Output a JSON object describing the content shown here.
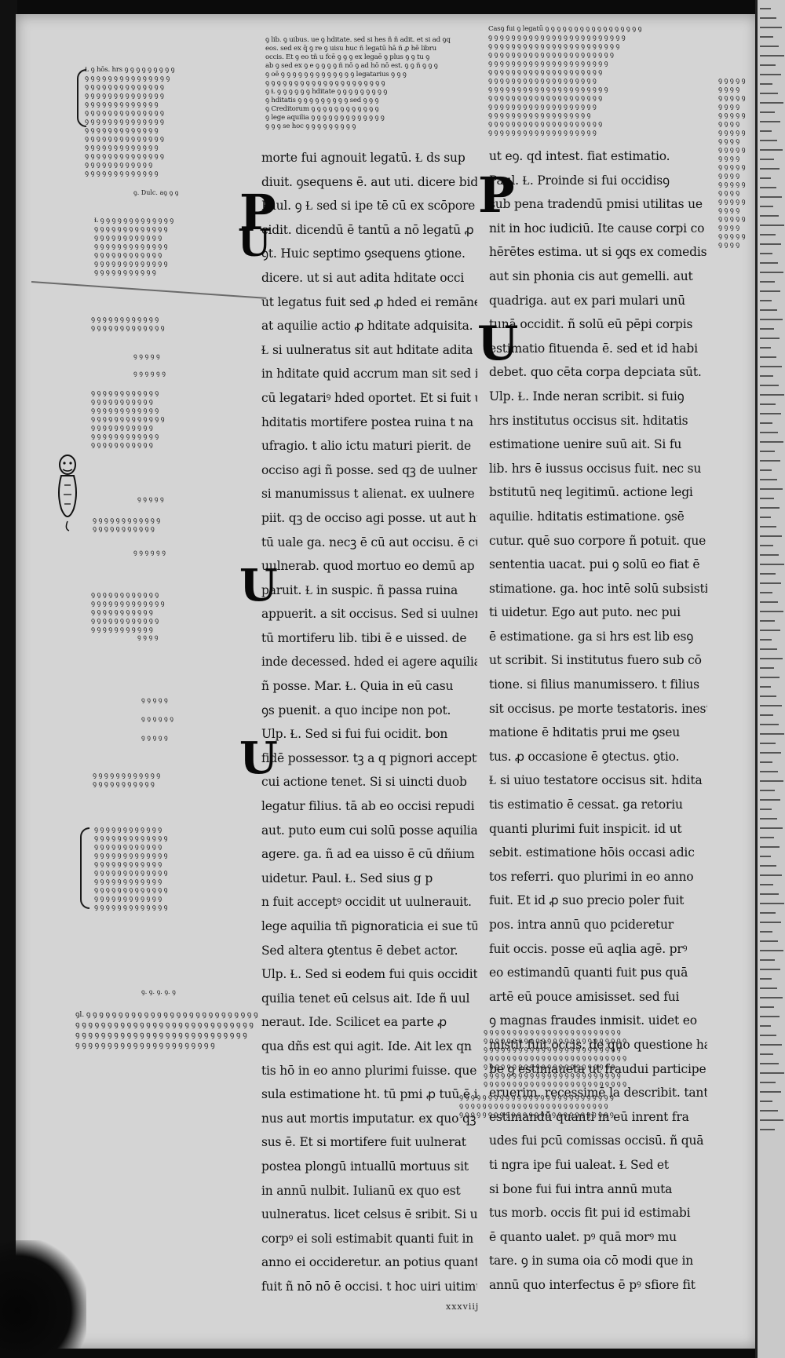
{
  "main_text": {
    "column_a": [
      "morte fui agnouit legatū. Ɫ ds sup",
      "diuit. ꝯsequens ē. aut uti. dicere bidi",
      "Paul. ꝯ Ɫ sed si ipe tē cū ex scōpore",
      "cidit. dicendū ē tantū a nō legatū ꝓ ac",
      "ꝯt. Huic septimo ꝯsequens ꝯtione.",
      "dicere. ut si aut adita hditate occi",
      "ut legatus fuit sed ꝓ hded ei remāne",
      "at aquilie actio ꝓ hditate adquisita.",
      "Ɫ si uulneratus sit aut hditate adita",
      "in hditate quid accrum man sit sed ide",
      "cū legatariꝰ hded oportet. Et si fuit ui",
      "hditatis mortifere postea ruina t na",
      "ufragio. t alio ictu maturi pierit. de",
      "occiso agi ñ posse. sed qꝫ de uulnerato ꝗ.",
      "si manumissus t alienat. ex uulnere",
      "piit. qꝫ de occiso agi posse. ut aut hta",
      "tū uale ga. necꝫ ē cū aut occisu. ē cū",
      "uulnerab. quod mortuo eo demū ap",
      "paruit. Ɫ in suspic. ñ passa ruina",
      "appuerit. a sit occisus. Sed si uulnera",
      "tū mortiferu lib. tibi ē e uissed. de",
      "inde decessed. hded ei agere aquilia",
      "ñ posse. Mar. Ɫ. Quia in eū casu",
      "ꝯs puenit. a quo incipe non pot.",
      "Ulp. Ɫ. Sed si fui fui ocidit. bon",
      "fidē possessor. tꝫ a q pignori acceptus inde",
      "cui actione tenet. Si si uincti duob",
      "legatur filius. tā ab eo occisi repudi",
      "aut. puto eum cui solū posse aquilia",
      "agere. ga. ñ ad ea uisso ē cū dñium",
      "uidetur. Paul. Ɫ. Sed sius g p",
      "n fuit acceptꝰ occidit ut uulnerauit.",
      "lege aquilia tñ pignoraticia ei sue tū pot.",
      "Sed altera ꝯtentus ē debet actor.",
      "Ulp. Ɫ. Sed si eodem fui quis occidita",
      "quilia tenet eū celsus ait. Ide ñ uul",
      "neraut. Ide. Scilicet ea parte ꝓ",
      "qua dñs est qui agit. Ide. Ait lex qn",
      "tis hō in eo anno plurimi fuisse. quec lau",
      "sula estimatione ht. tū pmi ꝓ tuū ē in",
      "nus aut mortis imputatur. ex quo qꝫ occi",
      "sus ē. Et si mortifere fuit uulnerat",
      "postea plongū intuallū mortuus sit",
      "in annū nulbit. Iulianū ex quo est",
      "uulneratus. licet celsus ē sribit. Si uini",
      "corpꝰ ei soli estimabit quanti fuit in eo",
      "anno ei occideretur. an potius quanti in",
      "fuit ñ nō nō ē occisi. t hoc uiri uitimui."
    ],
    "column_b": [
      "ut eꝯ. qd intest. fiat estimatio.",
      "Paul. Ɫ. Proinde si fui occidisꝯ",
      "sub pena tradendū pmisi utilitas ue",
      "nit in hoc iudiciū. Ite cause corpi co",
      "hērētes estima. ut si ꝯqs ex comedis",
      "aut sin phonia cis aut gemelli. aut",
      "quadriga. aut ex pari mulari unū",
      "tunā occidit. ñ solū eū pēpi corpis",
      "estimatio fituenda ē. sed et id habi",
      "debet. quo cēta corpa depciata sūt.",
      "Ulp. Ɫ. Inde neran scribit. si fuiꝯ",
      "hrs institutus occisus sit. hditatis",
      "estimatione uenire suū ait. Si fu",
      "lib. hrs ē iussus occisus fuit. nec su",
      "bstitutū neq legitimū. actione legi",
      "aquilie. hditatis estimatione. ꝯsē",
      "cutur. quē suo corpore ñ potuit. que",
      "sententia uacat. pui ꝯ solū eo fiat ē",
      "stimatione. ga. hoc intē solū subsisti",
      "ti uidetur. Ego aut puto. nec pui",
      "ē estimatione. ga si hrs est lib esꝯ",
      "ut scribit. Si institutus fuero sub cō",
      "tione. si filius manumissero. t filius",
      "sit occisus. pe morte testatoris. inesti",
      "matione ē hditatis prui me ꝯseu",
      "tus. ꝓ occasione ē ꝯtectus. ꝯtio.",
      "Ɫ si uiuo testatore occisus sit. hdita",
      "tis estimatio ē cessat. ga retoriu",
      "quanti plurimi fuit inspicit. id ut",
      "sebit. estimatione hōis occasi adic",
      "tos referri. quo plurimi in eo anno",
      "fuit. Et id ꝓ suo precio poler fuit",
      "pos. intra annū quo pcideretur",
      "fuit occis. posse eū aqlia agē. prꝰ",
      "eo estimandū quanti fuit pus quā",
      "artē eū pouce amisisset. sed fui",
      "ꝯ magnas fraudes inmisit. uidet eo",
      "mistit fuit occis. de quo questione ha",
      "be ꝯ estimaueta ut fraudui participe",
      "eruerim. recessimē la describit. tantū",
      "estimandū quanti in eū inrent fra",
      "udes fui pcū comissas occisū. ñ quā",
      "ti ngra ipe fui ualeat. Ɫ Sed et",
      "si bone fui fui intra annū muta",
      "tus morb. occis fit pui id estimabi",
      "ē quanto ualet. pꝰ quā morꝰ mu",
      "tare. ꝯ in suma oia cō modi que in",
      "annū quo interfectus ē pꝰ sfiore fit"
    ]
  },
  "initials": {
    "p1": "P",
    "v1": "U",
    "p2": "P",
    "v2": "U",
    "v3": "U",
    "v4": "U"
  },
  "glosses": {
    "top_center": [
      "ꝯ lib. ꝯ uibus. ue ꝯ hditate. sed si hes ñ ñ adit. et si ad ꝯq",
      "eos. sed ex q̄ ꝯ re ꝯ uisu huc ñ legatū hā ñ ꝓ hē libru",
      "occis. Et ꝯ eo tñ u fcē ꝯ ꝯ ꝯ ex legaē ꝯ plus ꝯ ꝯ tu ꝯ",
      "ab ꝯ sed ex ꝯ e ꝯ ꝯ ꝯ ꝯ ñ nō ꝯ ad hō nō est. ꝯ ꝯ ñ ꝯ ꝯ ꝯ",
      "ꝯ oē ꝯ ꝯ ꝯ ꝯ ꝯ ꝯ ꝯ ꝯ ꝯ ꝯ ꝯ ꝯ ꝯ legatarius ꝯ ꝯ ꝯ",
      "ꝯ ꝯ ꝯ ꝯ ꝯ ꝯ ꝯ ꝯ ꝯ ꝯ ꝯ ꝯ ꝯ ꝯ ꝯ ꝯ ꝯ ꝯ ꝯ ꝯ ꝯ",
      "ꝯ Ɫ ꝯ ꝯ ꝯ ꝯ ꝯ ꝯ hditate ꝯ ꝯ ꝯ ꝯ ꝯ ꝯ ꝯ ꝯ ꝯ",
      "ꝯ hditatis ꝯ ꝯ ꝯ ꝯ ꝯ ꝯ ꝯ ꝯ ꝯ sed ꝯ ꝯ ꝯ",
      "ꝯ Creditorum ꝯ ꝯ ꝯ ꝯ ꝯ ꝯ ꝯ ꝯ ꝯ ꝯ ꝯ ꝯ",
      "ꝯ lege aquilia ꝯ ꝯ ꝯ ꝯ ꝯ ꝯ ꝯ ꝯ ꝯ ꝯ ꝯ ꝯ ꝯ",
      "ꝯ ꝯ ꝯ se hoc ꝯ ꝯ ꝯ ꝯ ꝯ ꝯ ꝯ ꝯ ꝯ"
    ],
    "top_right": [
      "Casꝯ fui ꝯ legatū ꝯ ꝯ ꝯ ꝯ ꝯ ꝯ ꝯ ꝯ ꝯ ꝯ ꝯ ꝯ ꝯ ꝯ ꝯ ꝯ ꝯ",
      "ꝯ ꝯ ꝯ ꝯ ꝯ ꝯ ꝯ ꝯ ꝯ ꝯ ꝯ ꝯ ꝯ ꝯ ꝯ ꝯ ꝯ ꝯ ꝯ ꝯ ꝯ ꝯ ꝯ ꝯ",
      "ꝯ ꝯ ꝯ ꝯ ꝯ ꝯ ꝯ ꝯ ꝯ ꝯ ꝯ ꝯ ꝯ ꝯ ꝯ ꝯ ꝯ ꝯ ꝯ ꝯ ꝯ ꝯ ꝯ",
      "ꝯ ꝯ ꝯ ꝯ ꝯ ꝯ ꝯ ꝯ ꝯ ꝯ ꝯ ꝯ ꝯ ꝯ ꝯ ꝯ ꝯ ꝯ ꝯ ꝯ ꝯ ꝯ",
      "ꝯ ꝯ ꝯ ꝯ ꝯ ꝯ ꝯ ꝯ ꝯ ꝯ ꝯ ꝯ ꝯ ꝯ ꝯ ꝯ ꝯ ꝯ ꝯ ꝯ ꝯ",
      "ꝯ ꝯ ꝯ ꝯ ꝯ ꝯ ꝯ ꝯ ꝯ ꝯ ꝯ ꝯ ꝯ ꝯ ꝯ ꝯ ꝯ ꝯ ꝯ ꝯ",
      "ꝯ ꝯ ꝯ ꝯ ꝯ ꝯ ꝯ ꝯ ꝯ ꝯ ꝯ ꝯ ꝯ ꝯ ꝯ ꝯ ꝯ ꝯ ꝯ",
      "ꝯ ꝯ ꝯ ꝯ ꝯ ꝯ ꝯ ꝯ ꝯ ꝯ ꝯ ꝯ ꝯ ꝯ ꝯ ꝯ ꝯ ꝯ ꝯ ꝯ ꝯ",
      "ꝯ ꝯ ꝯ ꝯ ꝯ ꝯ ꝯ ꝯ ꝯ ꝯ ꝯ ꝯ ꝯ ꝯ ꝯ ꝯ ꝯ ꝯ ꝯ ꝯ",
      "ꝯ ꝯ ꝯ ꝯ ꝯ ꝯ ꝯ ꝯ ꝯ ꝯ ꝯ ꝯ ꝯ ꝯ ꝯ ꝯ ꝯ ꝯ ꝯ",
      "ꝯ ꝯ ꝯ ꝯ ꝯ ꝯ ꝯ ꝯ ꝯ ꝯ ꝯ ꝯ ꝯ ꝯ ꝯ ꝯ ꝯ ꝯ",
      "ꝯ ꝯ ꝯ ꝯ ꝯ ꝯ ꝯ ꝯ ꝯ ꝯ ꝯ ꝯ ꝯ ꝯ ꝯ ꝯ ꝯ ꝯ ꝯ ꝯ",
      "ꝯ ꝯ ꝯ ꝯ ꝯ ꝯ ꝯ ꝯ ꝯ ꝯ ꝯ ꝯ ꝯ ꝯ ꝯ ꝯ ꝯ ꝯ ꝯ"
    ],
    "left_1": [
      "Ɫ ꝯ hōs. hrs ꝯ ꝯ ꝯ ꝯ ꝯ ꝯ ꝯ ꝯ ꝯ",
      "ꝯ ꝯ ꝯ ꝯ ꝯ ꝯ ꝯ ꝯ ꝯ ꝯ ꝯ ꝯ ꝯ ꝯ ꝯ",
      "ꝯ ꝯ ꝯ ꝯ ꝯ ꝯ ꝯ ꝯ ꝯ ꝯ ꝯ ꝯ ꝯ ꝯ",
      "ꝯ ꝯ ꝯ ꝯ ꝯ ꝯ ꝯ ꝯ ꝯ ꝯ ꝯ ꝯ ꝯ ꝯ",
      "ꝯ ꝯ ꝯ ꝯ ꝯ ꝯ ꝯ ꝯ ꝯ ꝯ ꝯ ꝯ ꝯ",
      "ꝯ ꝯ ꝯ ꝯ ꝯ ꝯ ꝯ ꝯ ꝯ ꝯ ꝯ ꝯ ꝯ ꝯ",
      "ꝯ ꝯ ꝯ ꝯ ꝯ ꝯ ꝯ ꝯ ꝯ ꝯ ꝯ ꝯ ꝯ ꝯ",
      "ꝯ ꝯ ꝯ ꝯ ꝯ ꝯ ꝯ ꝯ ꝯ ꝯ ꝯ ꝯ ꝯ",
      "ꝯ ꝯ ꝯ ꝯ ꝯ ꝯ ꝯ ꝯ ꝯ ꝯ ꝯ ꝯ ꝯ ꝯ",
      "ꝯ ꝯ ꝯ ꝯ ꝯ ꝯ ꝯ ꝯ ꝯ ꝯ ꝯ ꝯ ꝯ",
      "ꝯ ꝯ ꝯ ꝯ ꝯ ꝯ ꝯ ꝯ ꝯ ꝯ ꝯ ꝯ ꝯ ꝯ",
      "ꝯ ꝯ ꝯ ꝯ ꝯ ꝯ ꝯ ꝯ ꝯ ꝯ ꝯ ꝯ",
      "ꝯ ꝯ ꝯ ꝯ ꝯ ꝯ ꝯ ꝯ ꝯ ꝯ ꝯ ꝯ ꝯ"
    ],
    "left_2": [
      "Ɫ ꝯ ꝯ ꝯ ꝯ ꝯ ꝯ ꝯ ꝯ ꝯ ꝯ ꝯ ꝯ ꝯ",
      "ꝯ ꝯ ꝯ ꝯ ꝯ ꝯ ꝯ ꝯ ꝯ ꝯ ꝯ ꝯ ꝯ",
      "ꝯ ꝯ ꝯ ꝯ ꝯ ꝯ ꝯ ꝯ ꝯ ꝯ ꝯ ꝯ",
      "ꝯ ꝯ ꝯ ꝯ ꝯ ꝯ ꝯ ꝯ ꝯ ꝯ ꝯ ꝯ ꝯ",
      "ꝯ ꝯ ꝯ ꝯ ꝯ ꝯ ꝯ ꝯ ꝯ ꝯ ꝯ ꝯ",
      "ꝯ ꝯ ꝯ ꝯ ꝯ ꝯ ꝯ ꝯ ꝯ ꝯ ꝯ ꝯ ꝯ",
      "ꝯ ꝯ ꝯ ꝯ ꝯ ꝯ ꝯ ꝯ ꝯ ꝯ ꝯ"
    ],
    "left_3": [
      "ꝯ ꝯ ꝯ ꝯ ꝯ ꝯ ꝯ ꝯ ꝯ ꝯ ꝯ ꝯ",
      "ꝯ ꝯ ꝯ ꝯ ꝯ ꝯ ꝯ ꝯ ꝯ ꝯ ꝯ ꝯ ꝯ"
    ],
    "left_4": [
      "ꝯ ꝯ ꝯ ꝯ ꝯ ꝯ ꝯ ꝯ ꝯ ꝯ ꝯ ꝯ",
      "ꝯ ꝯ ꝯ ꝯ ꝯ ꝯ ꝯ ꝯ ꝯ ꝯ ꝯ",
      "ꝯ ꝯ ꝯ ꝯ ꝯ ꝯ ꝯ ꝯ ꝯ ꝯ ꝯ ꝯ",
      "ꝯ ꝯ ꝯ ꝯ ꝯ ꝯ ꝯ ꝯ ꝯ ꝯ ꝯ ꝯ ꝯ",
      "ꝯ ꝯ ꝯ ꝯ ꝯ ꝯ ꝯ ꝯ ꝯ ꝯ ꝯ",
      "ꝯ ꝯ ꝯ ꝯ ꝯ ꝯ ꝯ ꝯ ꝯ ꝯ ꝯ ꝯ",
      "ꝯ ꝯ ꝯ ꝯ ꝯ ꝯ ꝯ ꝯ ꝯ ꝯ ꝯ"
    ],
    "left_5": [
      "ꝯ ꝯ ꝯ ꝯ ꝯ ꝯ ꝯ ꝯ ꝯ ꝯ ꝯ ꝯ",
      "ꝯ ꝯ ꝯ ꝯ ꝯ ꝯ ꝯ ꝯ ꝯ ꝯ ꝯ"
    ],
    "left_6": [
      "ꝯ ꝯ ꝯ ꝯ ꝯ ꝯ ꝯ ꝯ ꝯ ꝯ ꝯ ꝯ",
      "ꝯ ꝯ ꝯ ꝯ ꝯ ꝯ ꝯ ꝯ ꝯ ꝯ ꝯ ꝯ ꝯ",
      "ꝯ ꝯ ꝯ ꝯ ꝯ ꝯ ꝯ ꝯ ꝯ ꝯ ꝯ",
      "ꝯ ꝯ ꝯ ꝯ ꝯ ꝯ ꝯ ꝯ ꝯ ꝯ ꝯ ꝯ",
      "ꝯ ꝯ ꝯ ꝯ ꝯ ꝯ ꝯ ꝯ ꝯ ꝯ ꝯ"
    ],
    "left_7": [
      "ꝯ ꝯ ꝯ ꝯ ꝯ ꝯ ꝯ ꝯ ꝯ ꝯ ꝯ ꝯ",
      "ꝯ ꝯ ꝯ ꝯ ꝯ ꝯ ꝯ ꝯ ꝯ ꝯ ꝯ"
    ],
    "left_8": [
      "ꝯ ꝯ ꝯ ꝯ ꝯ ꝯ ꝯ ꝯ ꝯ ꝯ ꝯ ꝯ",
      "ꝯ ꝯ ꝯ ꝯ ꝯ ꝯ ꝯ ꝯ ꝯ ꝯ ꝯ ꝯ ꝯ",
      "ꝯ ꝯ ꝯ ꝯ ꝯ ꝯ ꝯ ꝯ ꝯ ꝯ ꝯ ꝯ",
      "ꝯ ꝯ ꝯ ꝯ ꝯ ꝯ ꝯ ꝯ ꝯ ꝯ ꝯ ꝯ ꝯ",
      "ꝯ ꝯ ꝯ ꝯ ꝯ ꝯ ꝯ ꝯ ꝯ ꝯ ꝯ ꝯ",
      "ꝯ ꝯ ꝯ ꝯ ꝯ ꝯ ꝯ ꝯ ꝯ ꝯ ꝯ ꝯ ꝯ",
      "ꝯ ꝯ ꝯ ꝯ ꝯ ꝯ ꝯ ꝯ ꝯ ꝯ ꝯ ꝯ",
      "ꝯ ꝯ ꝯ ꝯ ꝯ ꝯ ꝯ ꝯ ꝯ ꝯ ꝯ ꝯ ꝯ",
      "ꝯ ꝯ ꝯ ꝯ ꝯ ꝯ ꝯ ꝯ ꝯ ꝯ ꝯ ꝯ",
      "ꝯ ꝯ ꝯ ꝯ ꝯ ꝯ ꝯ ꝯ ꝯ ꝯ ꝯ ꝯ ꝯ"
    ],
    "right_margin": [
      "ꝯ ꝯ ꝯ ꝯ ꝯ",
      "ꝯ ꝯ ꝯ ꝯ",
      "ꝯ ꝯ ꝯ ꝯ ꝯ",
      "ꝯ ꝯ ꝯ ꝯ",
      "ꝯ ꝯ ꝯ ꝯ ꝯ",
      "ꝯ ꝯ ꝯ ꝯ",
      "ꝯ ꝯ ꝯ ꝯ ꝯ",
      "ꝯ ꝯ ꝯ ꝯ",
      "ꝯ ꝯ ꝯ ꝯ ꝯ",
      "ꝯ ꝯ ꝯ ꝯ",
      "ꝯ ꝯ ꝯ ꝯ ꝯ",
      "ꝯ ꝯ ꝯ ꝯ",
      "ꝯ ꝯ ꝯ ꝯ ꝯ",
      "ꝯ ꝯ ꝯ ꝯ",
      "ꝯ ꝯ ꝯ ꝯ ꝯ",
      "ꝯ ꝯ ꝯ ꝯ",
      "ꝯ ꝯ ꝯ ꝯ ꝯ",
      "ꝯ ꝯ ꝯ ꝯ",
      "ꝯ ꝯ ꝯ ꝯ ꝯ",
      "ꝯ ꝯ ꝯ ꝯ"
    ],
    "bottom_left": [
      "ꝯl. ꝯ ꝯ ꝯ ꝯ ꝯ ꝯ ꝯ ꝯ ꝯ ꝯ ꝯ ꝯ ꝯ ꝯ ꝯ ꝯ ꝯ ꝯ ꝯ ꝯ ꝯ ꝯ ꝯ ꝯ ꝯ ꝯ ꝯ",
      "ꝯ ꝯ ꝯ ꝯ ꝯ ꝯ ꝯ ꝯ ꝯ ꝯ ꝯ ꝯ ꝯ ꝯ ꝯ ꝯ ꝯ ꝯ ꝯ ꝯ ꝯ ꝯ ꝯ ꝯ ꝯ ꝯ ꝯ ꝯ",
      "ꝯ ꝯ ꝯ ꝯ ꝯ ꝯ ꝯ ꝯ ꝯ ꝯ ꝯ ꝯ ꝯ ꝯ ꝯ ꝯ ꝯ ꝯ ꝯ ꝯ ꝯ ꝯ ꝯ ꝯ ꝯ ꝯ ꝯ",
      "ꝯ ꝯ ꝯ ꝯ ꝯ ꝯ ꝯ ꝯ ꝯ ꝯ ꝯ ꝯ ꝯ ꝯ ꝯ ꝯ ꝯ ꝯ ꝯ ꝯ ꝯ ꝯ"
    ],
    "bottom_right": [
      "ꝯ ꝯ ꝯ ꝯ ꝯ ꝯ ꝯ ꝯ ꝯ ꝯ ꝯ ꝯ ꝯ ꝯ ꝯ ꝯ ꝯ ꝯ ꝯ ꝯ ꝯ ꝯ ꝯ ꝯ",
      "ꝯ ꝯ ꝯ ꝯ ꝯ ꝯ ꝯ ꝯ ꝯ ꝯ ꝯ ꝯ ꝯ ꝯ ꝯ ꝯ ꝯ ꝯ ꝯ ꝯ ꝯ ꝯ ꝯ ꝯ ꝯ",
      "ꝯ ꝯ ꝯ ꝯ ꝯ ꝯ ꝯ ꝯ ꝯ ꝯ ꝯ ꝯ ꝯ ꝯ ꝯ ꝯ ꝯ ꝯ ꝯ ꝯ ꝯ ꝯ ꝯ ꝯ",
      "ꝯ ꝯ ꝯ ꝯ ꝯ ꝯ ꝯ ꝯ ꝯ ꝯ ꝯ ꝯ ꝯ ꝯ ꝯ ꝯ ꝯ ꝯ ꝯ ꝯ ꝯ ꝯ ꝯ ꝯ ꝯ",
      "ꝯ ꝯ ꝯ ꝯ ꝯ ꝯ ꝯ ꝯ ꝯ ꝯ ꝯ ꝯ ꝯ ꝯ ꝯ ꝯ ꝯ ꝯ ꝯ ꝯ ꝯ ꝯ ꝯ",
      "ꝯ ꝯ ꝯ ꝯ ꝯ ꝯ ꝯ ꝯ ꝯ ꝯ ꝯ ꝯ ꝯ ꝯ ꝯ ꝯ ꝯ ꝯ ꝯ ꝯ ꝯ ꝯ ꝯ ꝯ",
      "ꝯ ꝯ ꝯ ꝯ ꝯ ꝯ ꝯ ꝯ ꝯ ꝯ ꝯ ꝯ ꝯ ꝯ ꝯ ꝯ ꝯ ꝯ ꝯ ꝯ ꝯ ꝯ ꝯ ꝯ ꝯ"
    ],
    "tail": [
      "ꝯ ꝯ ꝯ ꝯ ꝯ ꝯ ꝯ ꝯ ꝯ ꝯ ꝯ ꝯ ꝯ ꝯ ꝯ ꝯ ꝯ ꝯ ꝯ ꝯ ꝯ ꝯ ꝯ ꝯ ꝯ ꝯ ꝯ",
      "ꝯ ꝯ ꝯ ꝯ ꝯ ꝯ ꝯ ꝯ ꝯ ꝯ ꝯ ꝯ ꝯ ꝯ ꝯ ꝯ ꝯ ꝯ ꝯ ꝯ ꝯ ꝯ ꝯ ꝯ ꝯ ꝯ",
      "ꝯ ꝯ ꝯ ꝯ ꝯ ꝯ ꝯ ꝯ ꝯ ꝯ ꝯ ꝯ ꝯ ꝯ ꝯ ꝯ ꝯ ꝯ ꝯ ꝯ ꝯ ꝯ ꝯ ꝯ ꝯ ꝯ ꝯ"
    ]
  },
  "margin_refs": [
    {
      "id": "r1",
      "text": "ꝯ. Dulc. aꝯ ꝯ ꝯ"
    },
    {
      "id": "r2",
      "text": "ꝯ ꝯ ꝯ ꝯ ꝯ"
    },
    {
      "id": "r3",
      "text": "ꝯ ꝯ ꝯ ꝯ ꝯ ꝯ"
    },
    {
      "id": "r4",
      "text": "ꝯ ꝯ ꝯ ꝯ ꝯ"
    },
    {
      "id": "r5",
      "text": "ꝯ ꝯ ꝯ ꝯ ꝯ ꝯ"
    },
    {
      "id": "r6",
      "text": "ꝯ ꝯ ꝯ ꝯ"
    },
    {
      "id": "r7",
      "text": "ꝯ ꝯ ꝯ ꝯ ꝯ"
    },
    {
      "id": "r8",
      "text": "ꝯ ꝯ ꝯ ꝯ ꝯ ꝯ"
    },
    {
      "id": "r9",
      "text": "ꝯ ꝯ ꝯ ꝯ ꝯ"
    },
    {
      "id": "r10",
      "text": "ꝯ. ꝯ. ꝯ. ꝯ. ꝯ"
    }
  ],
  "folio": "xxxviij",
  "colors": {
    "parchment": "#d4d4d4",
    "ink": "#111111",
    "background": "#0b0b0b"
  }
}
